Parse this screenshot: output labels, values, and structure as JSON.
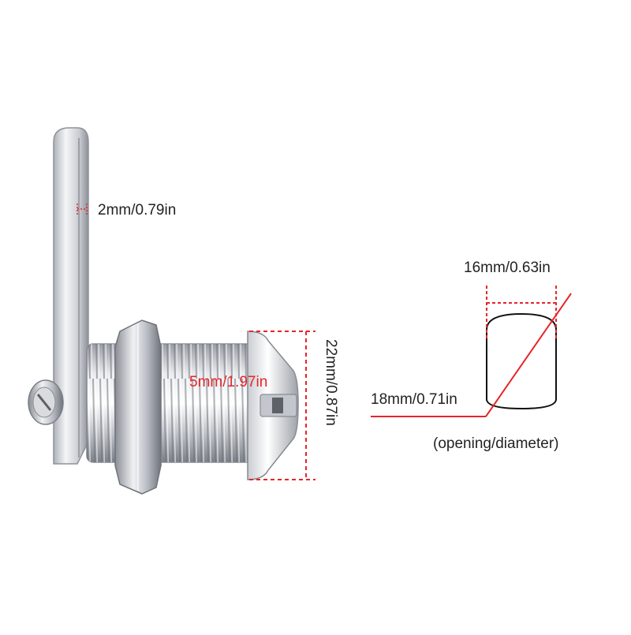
{
  "image": {
    "subject": "cam lock",
    "colors": {
      "background": "#ffffff",
      "dimension_line": "#e5252a",
      "metal_light": "#f2f3f5",
      "metal_dark": "#7c8088"
    }
  },
  "dimensions": {
    "cam_thickness": "2mm/0.79in",
    "body_length": "5mm/1.97in",
    "head_diameter": "22mm/0.87in",
    "opening_width": "16mm/0.63in",
    "opening_diagonal": "18mm/0.71in",
    "opening_note": "(opening/diameter)"
  }
}
